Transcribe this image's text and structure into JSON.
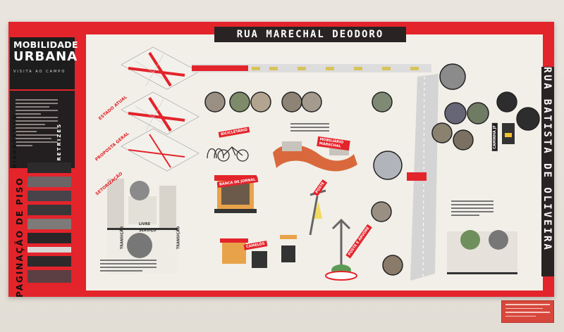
{
  "poster": {
    "title_line1": "MOBILIDADE",
    "title_line2": "URBANA",
    "subtitle": "VISITA AO CAMPO",
    "street_top": "RUA MARECHAL DEODORO",
    "street_right": "RUA BATISTA DE OLIVEIRA",
    "left_vertical": "PAGINAÇÃO DE PISO",
    "side_labels": [
      "DIAGNÓSTICO",
      "DIRETRIZES"
    ],
    "stage_labels": [
      "ESTADO ATUAL",
      "PROPOSTA GERAL",
      "SETORIZAÇÃO"
    ],
    "element_labels": [
      "BICICLETÁRIO",
      "MOBILIÁRIO MARECHAL",
      "BANCA DE JORNAL",
      "CAMELÔS",
      "POSTE",
      "POSTE E ÁRVORE",
      "CAMINHA JF"
    ],
    "section_labels": [
      "SERVIÇO",
      "LIVRE",
      "TRANSIÇÃO",
      "TRANSIÇÃO"
    ],
    "colors": {
      "accent": "#e3242b",
      "dark": "#231f20",
      "sheet": "#f1efe8",
      "wall": "#e6e1da"
    }
  }
}
